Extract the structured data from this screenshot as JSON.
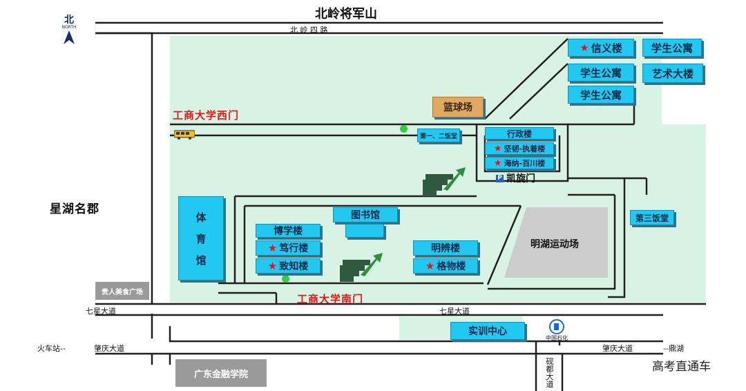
{
  "map": {
    "top_title": "北岭将军山",
    "compass": {
      "label_cn": "北",
      "label_en": "NORTH"
    },
    "roads": {
      "beiling": "北 岭 四 路",
      "qixing_left": "七星大道",
      "qixing_center": "七星大道",
      "zhaoqing_left": "肇庆大道",
      "zhaoqing_right": "肇庆大道",
      "train_station": "火车站--",
      "dinghu": "--鼎湖",
      "yandu": [
        "砚",
        "都",
        "大",
        "道"
      ]
    },
    "gates": {
      "west": "工商大学西门",
      "south": "工商大学南门",
      "kaixuan": "凯旋门"
    },
    "buildings": {
      "xinyi": "信义楼",
      "dorm1": "学生公寓",
      "dorm2": "学生公寓",
      "dorm3": "学生公寓",
      "art": "艺术大楼",
      "basketball": "篮球场",
      "admin": "行政楼",
      "jianren": "坚韧-执着楼",
      "haina": "海纳-百川楼",
      "canteen12": "第一、二饭堂",
      "canteen3": "第三饭堂",
      "library": "图书馆",
      "boxue": "博学楼",
      "duxing": "笃行楼",
      "zhizhi": "致知楼",
      "mingbian": "明辨楼",
      "gewu": "格物楼",
      "mingshu_field": "明湖运动场",
      "gym": [
        "体",
        "育",
        "馆"
      ],
      "training": "实训中心",
      "sinopec": "中国石化",
      "parking": "P"
    },
    "surroundings": {
      "xinghu": "星湖名郡",
      "food_plaza": "贵人美食广场",
      "finance_college": "广东金融学院"
    },
    "watermark": "高考直通车",
    "colors": {
      "campus": "#d8f3e4",
      "building": "#22c8f0",
      "basketball": "#e0a860",
      "star": "#e8101e",
      "gate_text": "#e01a1a",
      "sports_field": "#cccccc"
    }
  }
}
